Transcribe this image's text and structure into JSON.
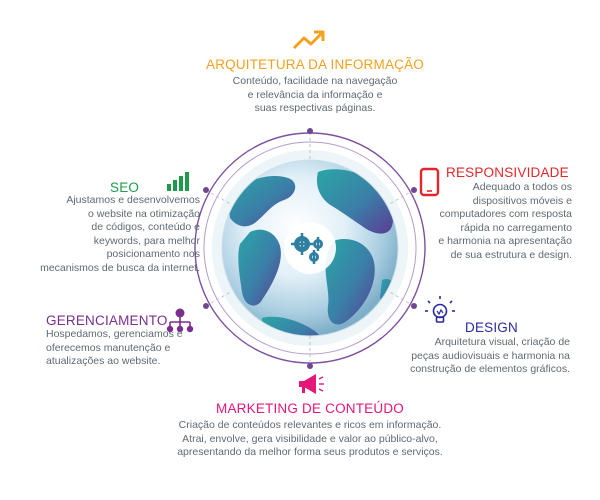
{
  "colors": {
    "arquitetura": "#f5a01e",
    "seo": "#1c9c4a",
    "gerenciamento": "#7a2e8f",
    "marketing": "#e5157a",
    "responsividade": "#e4252a",
    "design": "#2a2aa0",
    "ring": "#7e4fa0"
  },
  "arquitetura": {
    "icon": "trending-up-arrow-icon",
    "title": "ARQUITETURA DA INFORMAÇÃO",
    "lines": [
      "Conteúdo, facilidade na navegação",
      "e relevância da informação e",
      "suas respectivas páginas."
    ]
  },
  "seo": {
    "icon": "bar-chart-icon",
    "title": "SEO",
    "lines": [
      "Ajustamos e desenvolvemos",
      "o website na otimização",
      "de códigos, conteúdo e",
      "keywords, para melhor",
      "posicionamento nos",
      "mecanismos de busca da internet."
    ]
  },
  "responsividade": {
    "icon": "smartphone-icon",
    "title": "RESPONSIVIDADE",
    "lines": [
      "Adequado a todos os",
      "dispositivos móveis e",
      "computadores com resposta",
      "rápida no carregamento",
      "e harmonia na apresentação",
      "de sua estrutura e design."
    ]
  },
  "gerenciamento": {
    "icon": "hierarchy-icon",
    "title": "GERENCIAMENTO",
    "lines": [
      "Hospedamos, gerenciamos e",
      "oferecemos manutenção e",
      "atualizações ao website."
    ]
  },
  "design": {
    "icon": "lightbulb-icon",
    "title": "DESIGN",
    "lines": [
      "Arquitetura visual, criação de",
      "peças audiovisuais e harmonia na",
      "construção de elementos gráficos."
    ]
  },
  "marketing": {
    "icon": "megaphone-icon",
    "title": "MARKETING DE CONTEÚDO",
    "lines": [
      "Criação de conteúdos relevantes e ricos em informação.",
      "Atrai, envolve, gera visibilidade e valor ao público-alvo,",
      "apresentando da melhor forma seus produtos e serviços."
    ]
  },
  "globe": {
    "icon": "gears-icon"
  }
}
